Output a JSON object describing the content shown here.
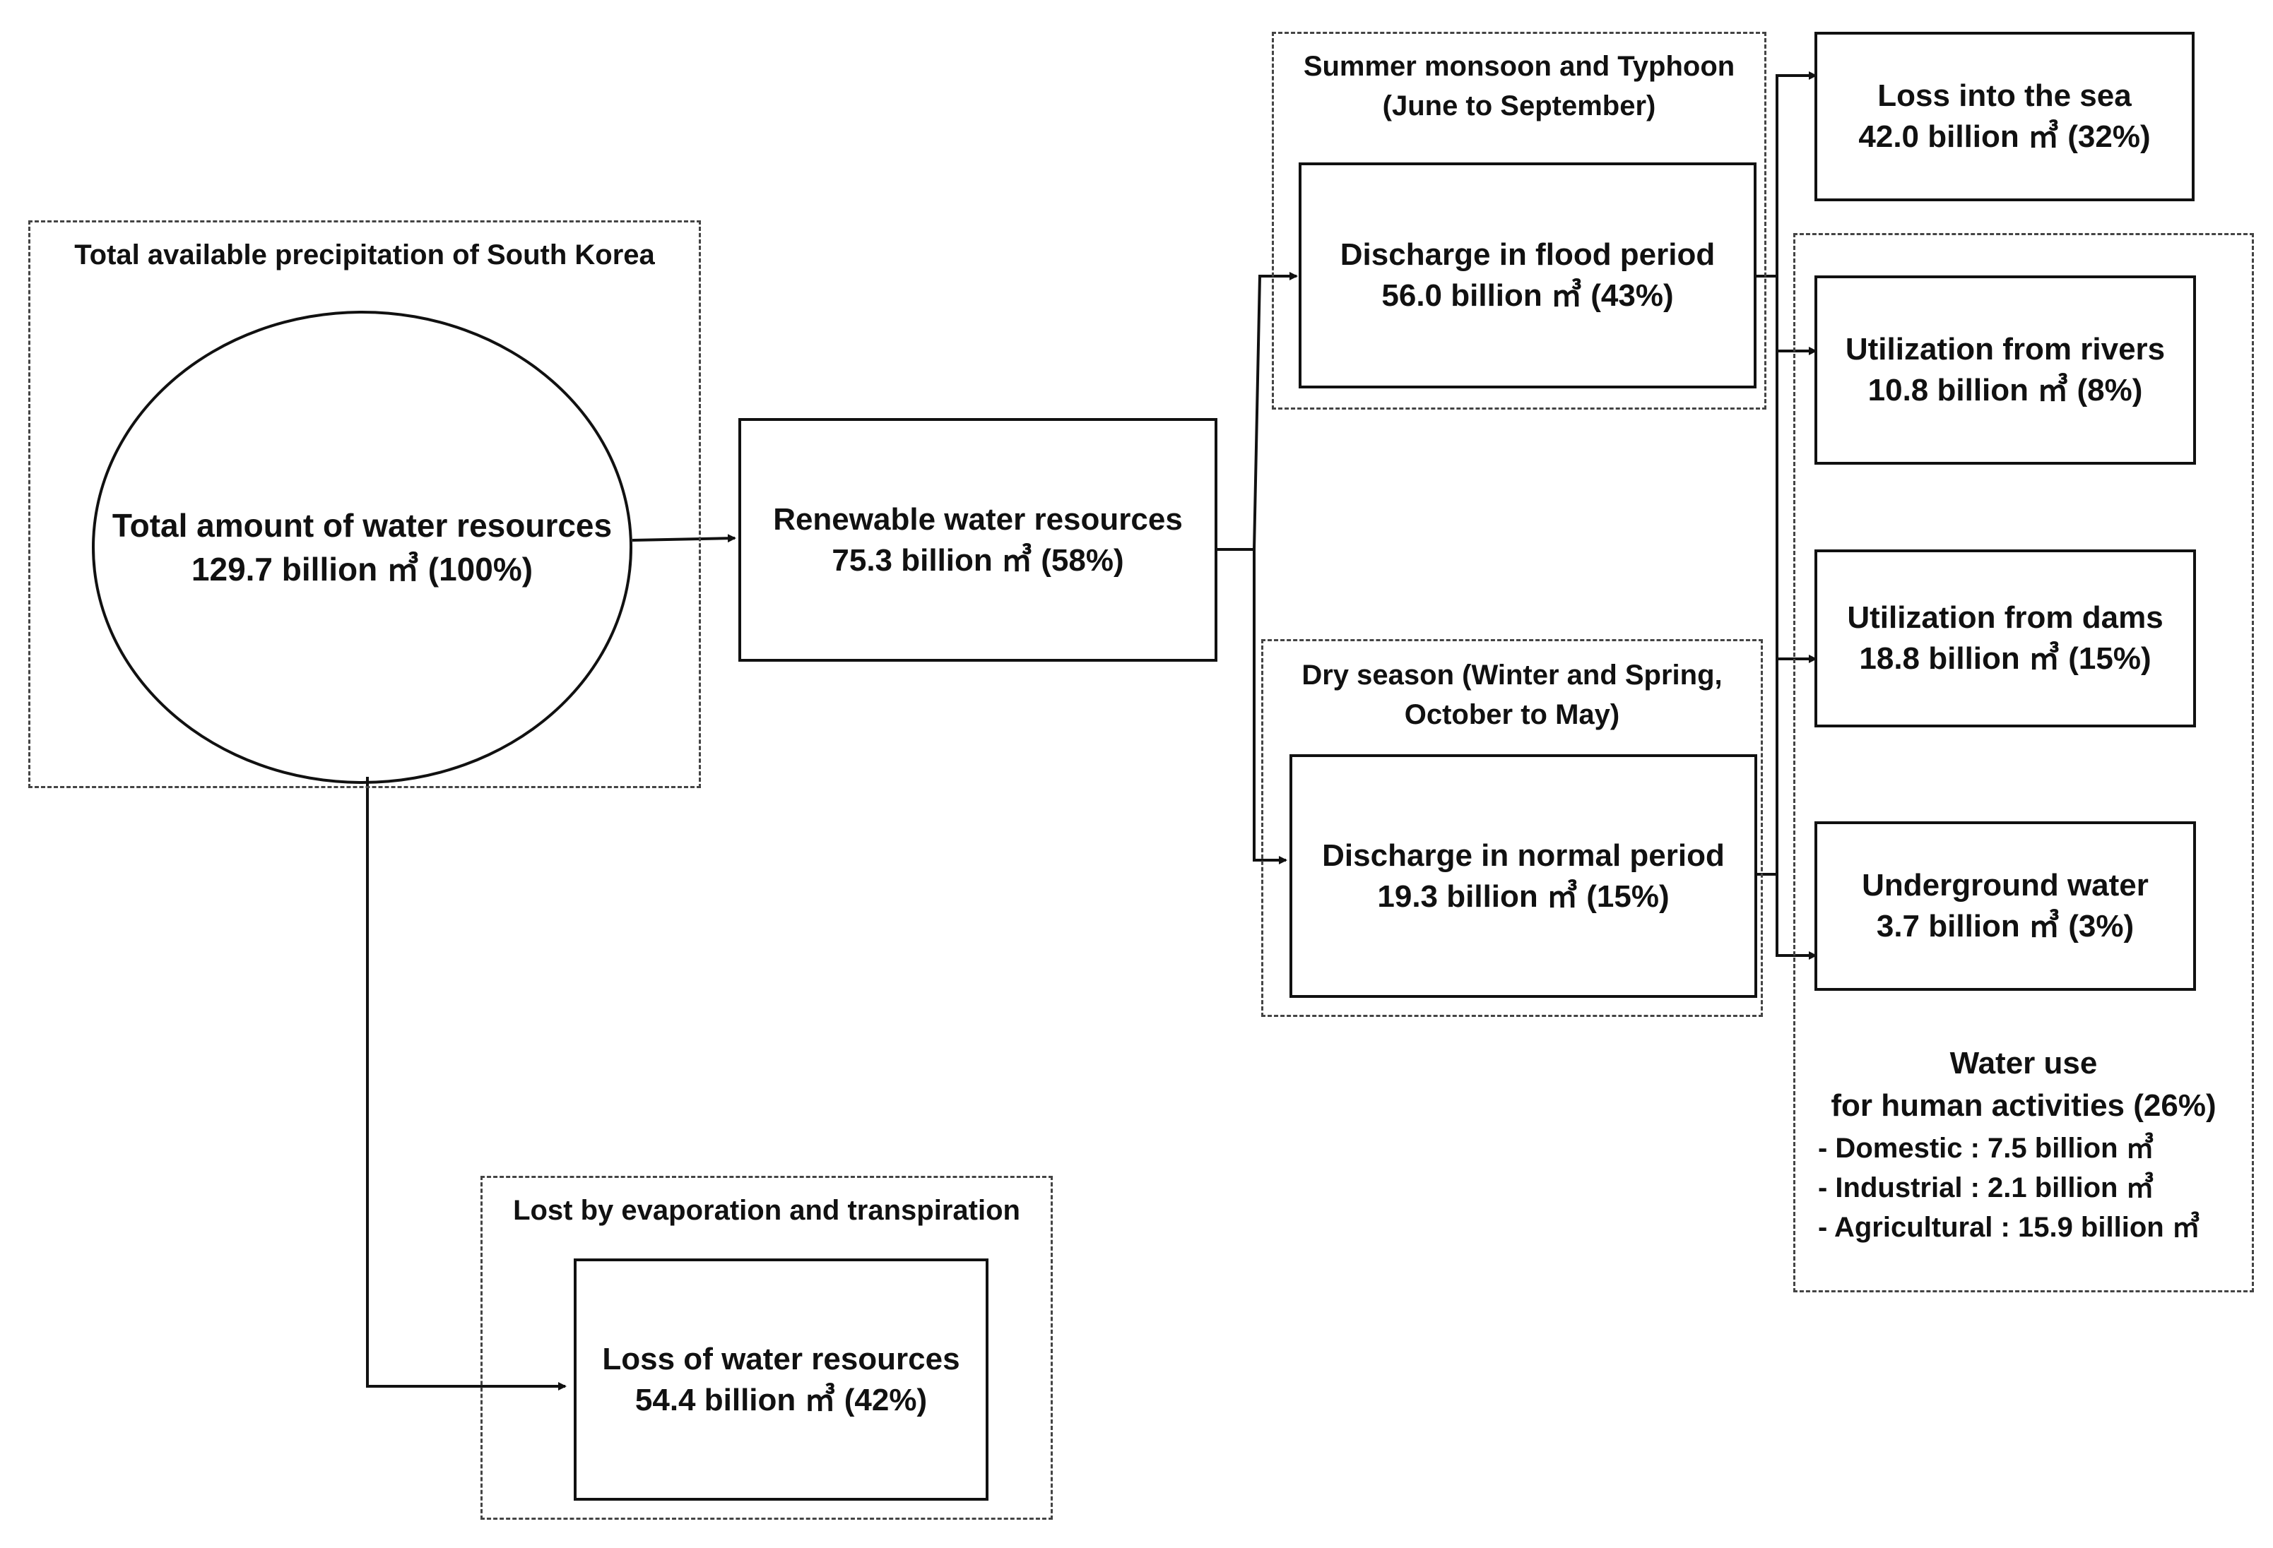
{
  "precipitation": {
    "group_label": "Total available precipitation of South Korea",
    "line1": "Total  amount of water resources",
    "line2": "129.7 billion ㎥  (100%)"
  },
  "renewable": {
    "line1": "Renewable water resources",
    "line2": "75.3 billion ㎥ (58%)"
  },
  "flood": {
    "group_label_1": "Summer monsoon and Typhoon",
    "group_label_2": "(June to September)",
    "line1": "Discharge in flood period",
    "line2": "56.0 billion ㎥ (43%)"
  },
  "dry": {
    "group_label_1": "Dry season (Winter and Spring,",
    "group_label_2": "October to May)",
    "line1": "Discharge in normal period",
    "line2": "19.3 billion ㎥ (15%)"
  },
  "sea_loss": {
    "line1": "Loss into the sea",
    "line2": "42.0 billion ㎥ (32%)"
  },
  "rivers": {
    "line1": "Utilization from rivers",
    "line2": "10.8 billion ㎥ (8%)"
  },
  "dams": {
    "line1": "Utilization from dams",
    "line2": "18.8 billion ㎥ (15%)"
  },
  "underground": {
    "line1": "Underground water",
    "line2": "3.7 billion ㎥ (3%)"
  },
  "water_use": {
    "title_1": "Water use",
    "title_2": "for human activities (26%)",
    "items": [
      "- Domestic : 7.5 billion ㎥",
      "- Industrial : 2.1 billion ㎥",
      "- Agricultural : 15.9  billion ㎥"
    ]
  },
  "evaporation": {
    "group_label": "Lost by evaporation and transpiration",
    "line1": "Loss of  water resources",
    "line2": "54.4 billion ㎥ (42%)"
  }
}
